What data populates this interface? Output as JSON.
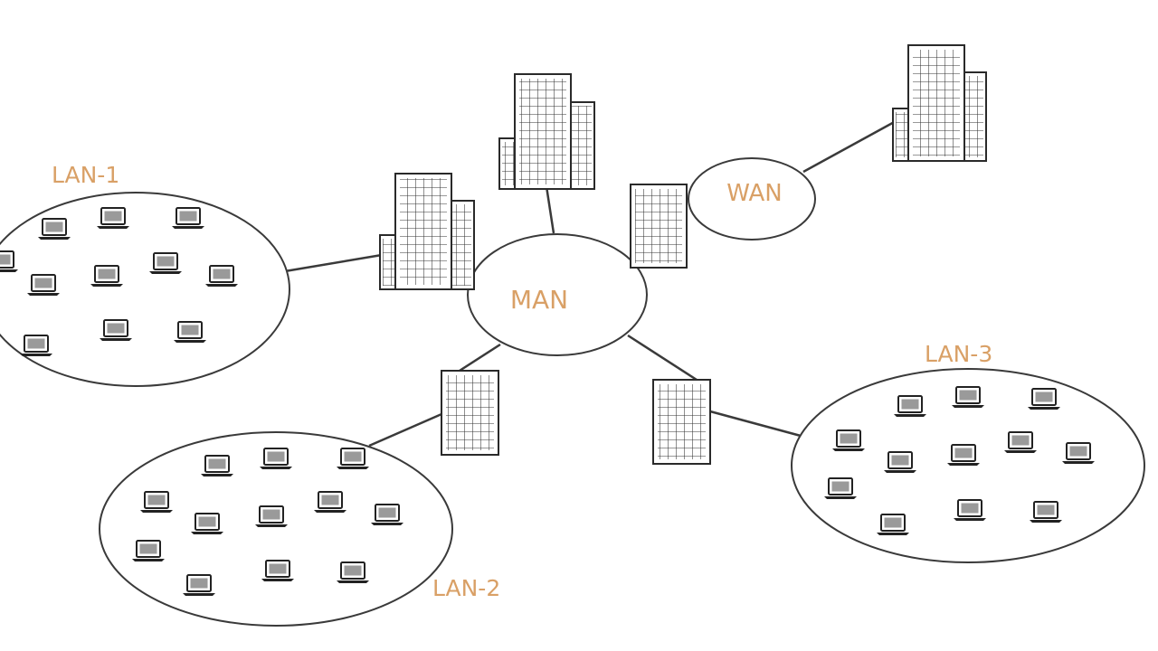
{
  "diagram": {
    "nodes": {
      "lan1": {
        "label": "LAN-1"
      },
      "lan2": {
        "label": "LAN-2"
      },
      "lan3": {
        "label": "LAN-3"
      },
      "man": {
        "label": "MAN"
      },
      "wan": {
        "label": "WAN"
      }
    },
    "edges": [
      {
        "from": "lan1",
        "to": "man",
        "via": "building"
      },
      {
        "from": "lan2",
        "to": "man",
        "via": "building"
      },
      {
        "from": "lan3",
        "to": "man",
        "via": "building"
      },
      {
        "from": "man",
        "to": "wan",
        "via": "building"
      },
      {
        "from": "man",
        "to": "building-top",
        "via": "none"
      },
      {
        "from": "wan",
        "to": "building-far",
        "via": "none"
      }
    ],
    "colors": {
      "label": "#d9a066",
      "line": "#3a3a3a",
      "laptop_screen": "#9a9a9a"
    },
    "icons": [
      "laptop-icon",
      "building-icon"
    ]
  }
}
